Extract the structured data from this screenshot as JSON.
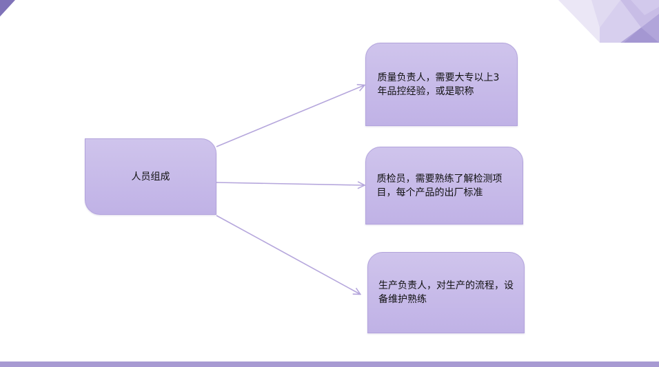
{
  "diagram": {
    "root": {
      "label": "人员组成"
    },
    "children": [
      {
        "id": "quality-manager",
        "label": "质量负责人，需要大专以上3年品控经验，或是职称"
      },
      {
        "id": "inspector",
        "label": "质检员，需要熟练了解检测项目，每个产品的出厂标准"
      },
      {
        "id": "production-manager",
        "label": "生产负责人，对生产的流程，设备维护熟练"
      }
    ]
  },
  "colors": {
    "node_fill": "#c7bbe9",
    "node_border": "#b2a3dc",
    "arrow": "#b5a6dc",
    "bottom_bar": "#a79ad2",
    "corner_dark": "#8e80c4",
    "corner_light": "#d9d2ee"
  }
}
